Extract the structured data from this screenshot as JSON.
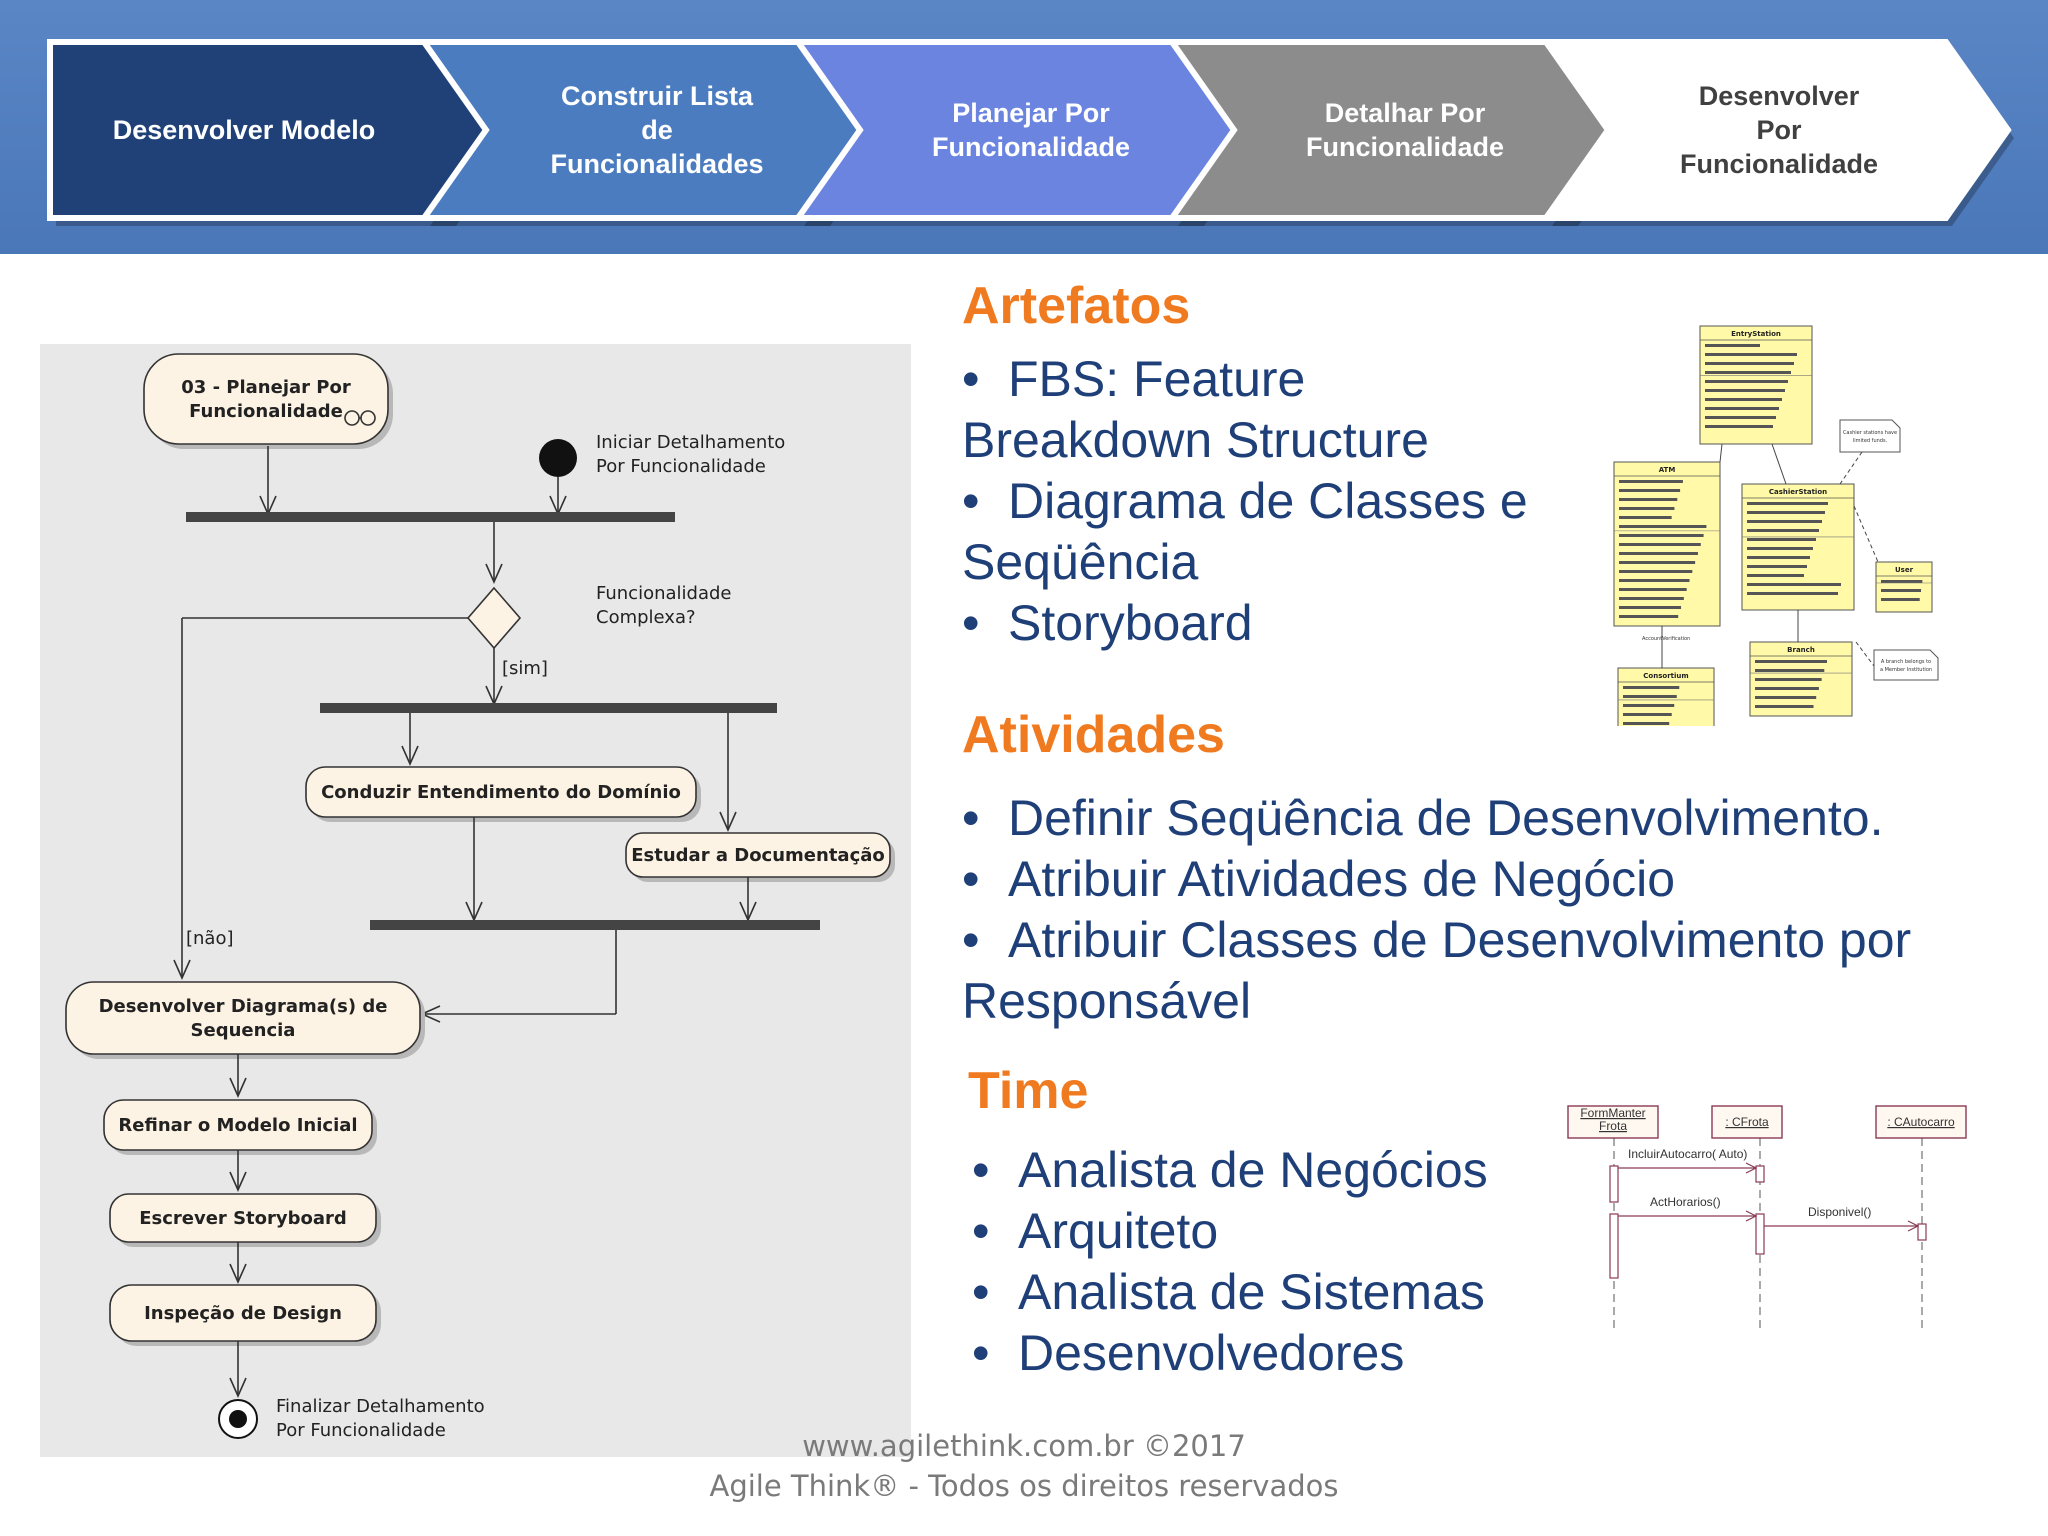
{
  "process_steps": [
    {
      "lines": [
        "Desenvolver Modelo"
      ],
      "fill": "#1f4178",
      "text_color": "#ffffff"
    },
    {
      "lines": [
        "Construir Lista",
        "de",
        "Funcionalidades"
      ],
      "fill": "#4b7cc0",
      "text_color": "#ffffff"
    },
    {
      "lines": [
        "Planejar Por",
        "Funcionalidade"
      ],
      "fill": "#6a84e0",
      "text_color": "#ffffff"
    },
    {
      "lines": [
        "Detalhar Por",
        "Funcionalidade"
      ],
      "fill": "#8c8c8c",
      "text_color": "#ffffff"
    },
    {
      "lines": [
        "Desenvolver",
        "Por",
        "Funcionalidade"
      ],
      "fill": "#ffffff",
      "text_color": "#404040"
    }
  ],
  "activity": {
    "start_box": [
      "03 - Planejar Por",
      "Funcionalidade"
    ],
    "initial_label": [
      "Iniciar Detalhamento",
      "Por Funcionalidade"
    ],
    "decision_label": [
      "Funcionalidade",
      "Complexa?"
    ],
    "guard_yes": "[sim]",
    "guard_no": "[não]",
    "conduzir": "Conduzir Entendimento do Domínio",
    "estudar": "Estudar a Documentação",
    "diagrama": [
      "Desenvolver Diagrama(s) de",
      "Sequencia"
    ],
    "refinar": "Refinar o Modelo Inicial",
    "storyboard": "Escrever Storyboard",
    "inspecao": "Inspeção de Design",
    "final_label": [
      "Finalizar Detalhamento",
      "Por Funcionalidade"
    ]
  },
  "artefatos": {
    "title": "Artefatos",
    "lines": [
      {
        "bullet": true,
        "text": "FBS: Feature"
      },
      {
        "bullet": false,
        "text": "Breakdown Structure"
      },
      {
        "bullet": true,
        "text": "Diagrama de Classes e"
      },
      {
        "bullet": false,
        "text": "Seqüência"
      },
      {
        "bullet": true,
        "text": "Storyboard"
      }
    ]
  },
  "atividades": {
    "title": "Atividades",
    "lines": [
      {
        "bullet": true,
        "text": "Definir Seqüência de Desenvolvimento."
      },
      {
        "bullet": true,
        "text": "Atribuir Atividades de Negócio"
      },
      {
        "bullet": true,
        "text": "Atribuir Classes de Desenvolvimento por"
      },
      {
        "bullet": false,
        "text": "Responsável"
      }
    ]
  },
  "time": {
    "title": "Time",
    "lines": [
      {
        "bullet": true,
        "text": "Analista de Negócios"
      },
      {
        "bullet": true,
        "text": "Arquiteto"
      },
      {
        "bullet": true,
        "text": "Analista de Sistemas"
      },
      {
        "bullet": true,
        "text": "Desenvolvedores"
      }
    ]
  },
  "class_diagram": {
    "classes": [
      "EntryStation",
      "ATM",
      "CashierStation",
      "User",
      "Consortium",
      "Branch"
    ],
    "notes": [
      "Cashier stations have limited funds.",
      "A branch belongs to a Member Institution"
    ],
    "assoc_label": "AccountVerification"
  },
  "sequence_diagram": {
    "lifelines": [
      "FormManter Frota",
      ": CFrota",
      ": CAutocarro"
    ],
    "messages": [
      "IncluirAutocarro( Auto)",
      "ActHorarios()",
      "Disponivel()"
    ]
  },
  "footer": {
    "url": "www.agilethink.com.br ©2017",
    "rights": "Agile Think® - Todos os direitos reservados"
  },
  "colors": {
    "accent_orange": "#f07a1f",
    "text_blue": "#1f3f78",
    "header_blue": "#4a77b8"
  }
}
